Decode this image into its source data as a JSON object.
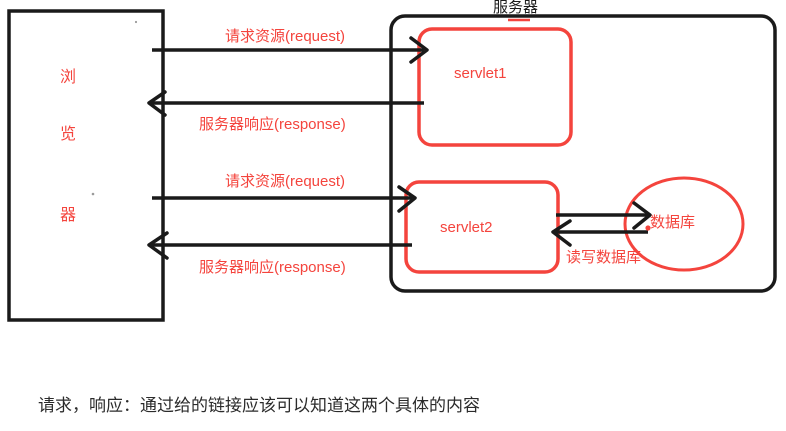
{
  "diagram": {
    "title": "服务器",
    "browser": {
      "label_chars": [
        "浏",
        "览",
        "器"
      ]
    },
    "server": {
      "title": "服务器",
      "components": [
        {
          "id": "servlet1",
          "label": "servlet1"
        },
        {
          "id": "servlet2",
          "label": "servlet2"
        }
      ],
      "database": {
        "label": "数据库",
        "link_label": "读写数据库"
      }
    },
    "flows": [
      {
        "id": "request-1",
        "label": "请求资源(request)",
        "direction": "browser-to-servlet1"
      },
      {
        "id": "response-1",
        "label": "服务器响应(response)",
        "direction": "servlet1-to-browser"
      },
      {
        "id": "request-2",
        "label": "请求资源(request)",
        "direction": "browser-to-servlet2"
      },
      {
        "id": "response-2",
        "label": "服务器响应(response)",
        "direction": "servlet2-to-browser"
      }
    ]
  },
  "caption": {
    "text": "请求，响应：通过给的链接应该可以知道这两个具体的内容"
  },
  "colors": {
    "accent_red": "#f4443d",
    "line_black": "#1a1a1a",
    "text_dark": "#2b2b2b",
    "background": "#ffffff"
  }
}
